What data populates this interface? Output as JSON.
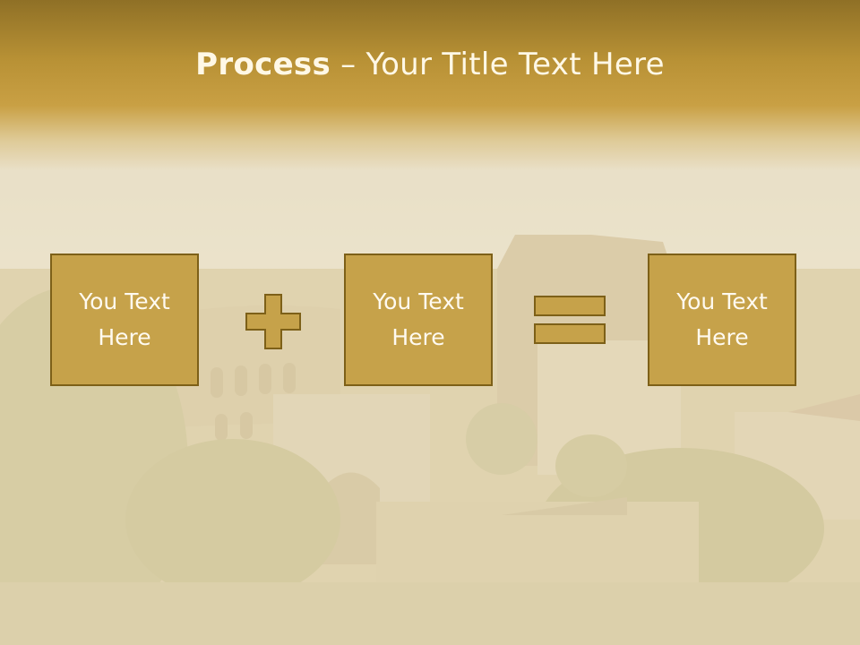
{
  "slide": {
    "title_bold": "Process",
    "title_dash": " – ",
    "title_rest": "Your Title Text Here"
  },
  "boxes": [
    {
      "label": "You Text\nHere"
    },
    {
      "label": "You Text\nHere"
    },
    {
      "label": "You Text\nHere"
    }
  ],
  "operators": [
    "plus-icon",
    "equals-icon"
  ],
  "colors": {
    "title_band": "#b89135",
    "box_fill": "#c6a24a",
    "box_border": "#7d6018",
    "text": "#fffaf0"
  }
}
